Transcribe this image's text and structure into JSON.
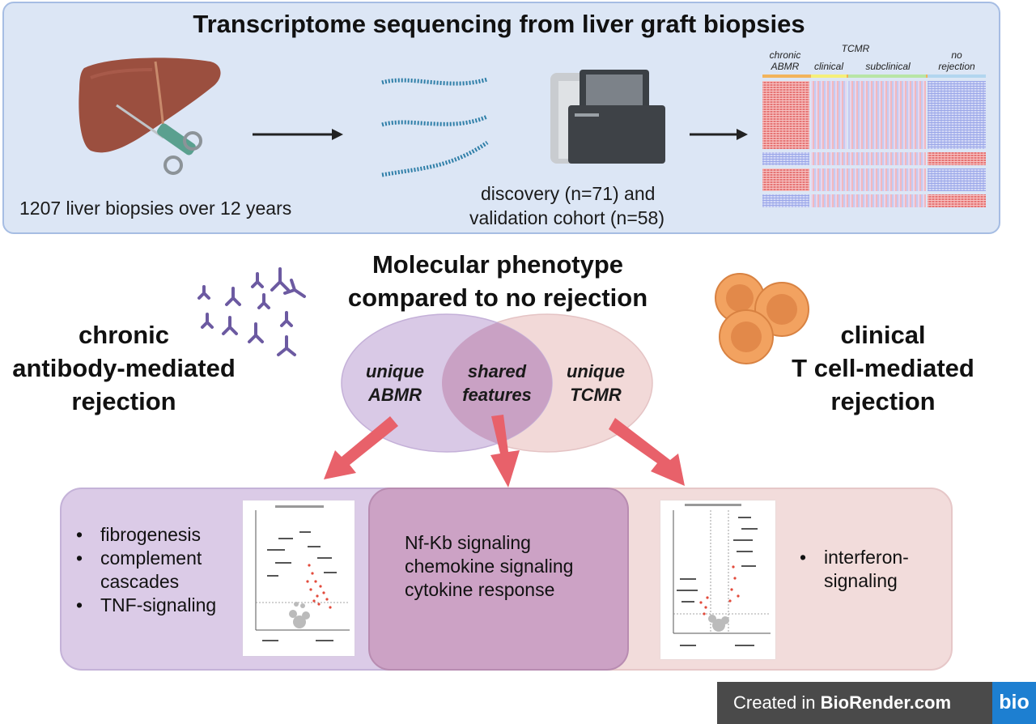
{
  "top": {
    "title": "Transcriptome sequencing from liver graft biopsies",
    "biopsy_caption": "1207 liver biopsies over 12 years",
    "cohort_caption_line1": "discovery (n=71) and",
    "cohort_caption_line2": "validation cohort (n=58)",
    "heatmap": {
      "label_chronic": "chronic",
      "label_abmr": "ABMR",
      "label_tcmr": "TCMR",
      "label_clinical": "clinical",
      "label_subclinical": "subclinical",
      "label_no": "no",
      "label_rejection": "rejection"
    }
  },
  "center": {
    "heading_line1": "Molecular phenotype",
    "heading_line2": "compared to no rejection"
  },
  "left_group": {
    "line1": "chronic",
    "line2": "antibody-mediated",
    "line3": "rejection"
  },
  "right_group": {
    "line1": "clinical",
    "line2": "T cell-mediated",
    "line3": "rejection"
  },
  "venn": {
    "left_line1": "unique",
    "left_line2": "ABMR",
    "mid_line1": "shared",
    "mid_line2": "features",
    "right_line1": "unique",
    "right_line2": "TCMR"
  },
  "bottom": {
    "abmr_items": [
      "fibrogenesis",
      "complement",
      "cascades",
      "TNF-signaling"
    ],
    "shared_items": [
      "Nf-Kb signaling",
      "chemokine signaling",
      "cytokine response"
    ],
    "tcmr_items": [
      "interferon-",
      "signaling"
    ]
  },
  "footer": {
    "created_in": "Created in",
    "brand": "BioRender.com",
    "badge": "bio"
  },
  "colors": {
    "top_panel": "#dce6f5",
    "abmr_purple": "#d9c9e6",
    "shared_mauve": "#c9a1c4",
    "tcmr_pink": "#f2d9d8",
    "arrow_red": "#e8616a",
    "biorender_blue": "#1d7fd1"
  }
}
